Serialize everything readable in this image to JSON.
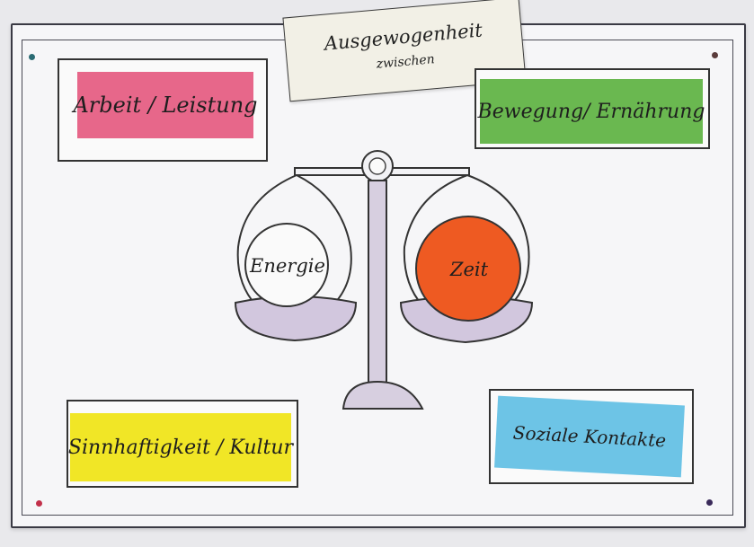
{
  "title": {
    "main": "Ausgewogenheit",
    "sub": "zwischen"
  },
  "cards": {
    "top_left": "Arbeit / Leistung",
    "top_right": "Bewegung/ Ernährung",
    "bottom_left": "Sinnhaftigkeit / Kultur",
    "bottom_right": "Soziale Kontakte"
  },
  "scale": {
    "left_pan": "Energie",
    "right_pan": "Zeit"
  },
  "colors": {
    "pink": "#e7678a",
    "green": "#6ab850",
    "yellow": "#f1e626",
    "blue": "#6dc4e6",
    "orange": "#ee5a22",
    "lavender": "#c9bcd6"
  }
}
